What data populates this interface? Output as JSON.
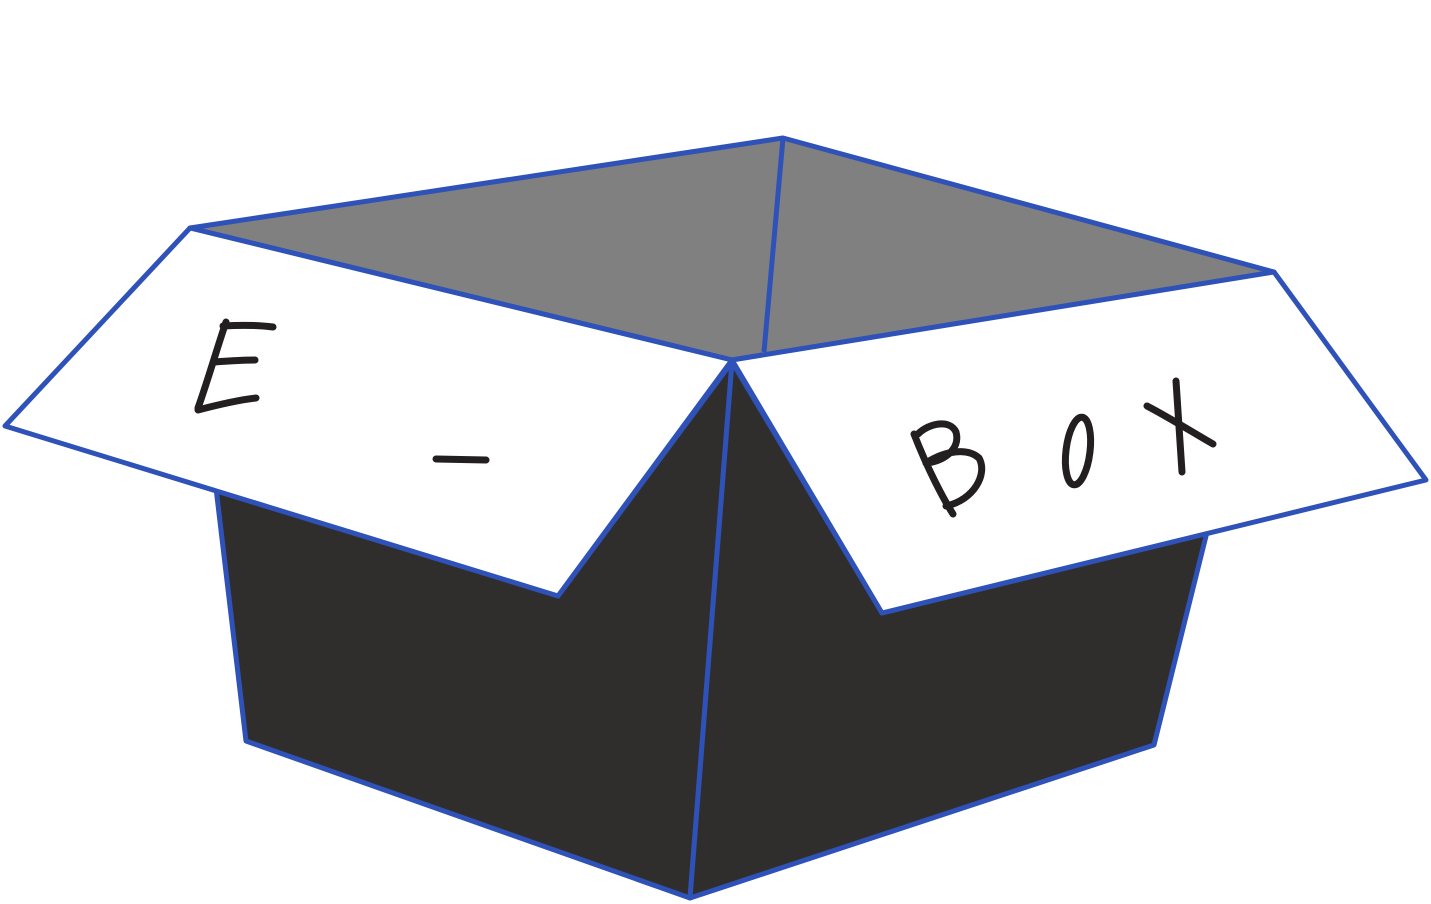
{
  "logo": {
    "text": "E-BOX",
    "letters": [
      "E",
      "-",
      "B",
      "O",
      "X"
    ]
  },
  "colors": {
    "background": "#ffffff",
    "outline": "#2f52b8",
    "box_body": "#302d2d",
    "box_interior": "#808080",
    "flaps": "#ffffff",
    "lettering": "#231f20"
  },
  "icons": {
    "logo": "open-cardboard-box-icon"
  }
}
